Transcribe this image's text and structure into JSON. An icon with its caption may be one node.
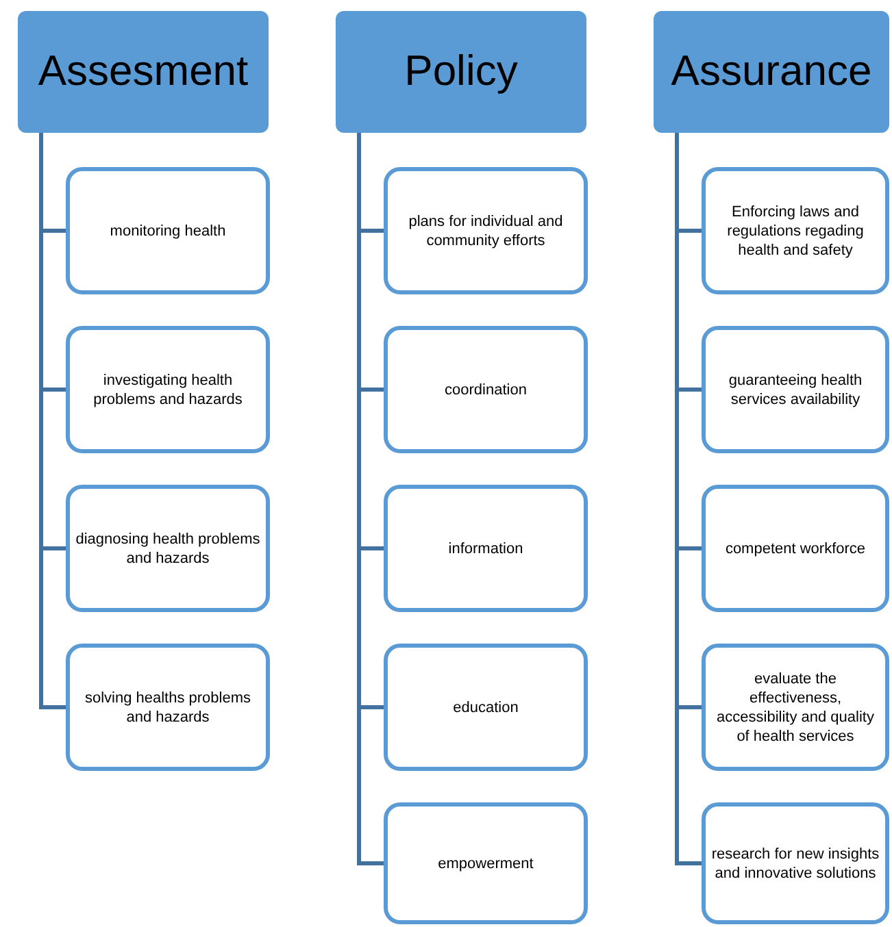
{
  "diagram": {
    "nodes": [
      {
        "text": [
          "Assesment"
        ]
      },
      {
        "text": [
          "monitoring health"
        ]
      },
      {
        "text": [
          "investigating health problems and hazards"
        ]
      },
      {
        "text": [
          "diagnosing health problems and hazards"
        ]
      },
      {
        "text": [
          "solving healths problems and hazards"
        ]
      },
      {
        "text": [
          "Policy"
        ]
      },
      {
        "text": [
          "plans for individual and community efforts"
        ]
      },
      {
        "text": [
          "coordination"
        ]
      },
      {
        "text": [
          "information"
        ]
      },
      {
        "text": [
          "education"
        ]
      },
      {
        "text": [
          "empowerment"
        ]
      },
      {
        "text": [
          "Assurance"
        ]
      },
      {
        "text": [
          "Enforcing laws and regulations regading health and safety"
        ]
      },
      {
        "text": [
          "guaranteeing health services availability"
        ]
      },
      {
        "text": [
          "competent workforce"
        ]
      },
      {
        "text": [
          "evaluate the effectiveness, accessibility and quality of health services"
        ]
      },
      {
        "text": [
          "research for new insights and innovative solutions"
        ]
      }
    ],
    "edges": [
      {
        "from": 0,
        "to": 1,
        "arrow": "none"
      },
      {
        "from": 0,
        "to": 2,
        "arrow": "none"
      },
      {
        "from": 0,
        "to": 3,
        "arrow": "none"
      },
      {
        "from": 0,
        "to": 4,
        "arrow": "none"
      },
      {
        "from": 5,
        "to": 6,
        "arrow": "none"
      },
      {
        "from": 5,
        "to": 7,
        "arrow": "none"
      },
      {
        "from": 5,
        "to": 8,
        "arrow": "none"
      },
      {
        "from": 5,
        "to": 9,
        "arrow": "none"
      },
      {
        "from": 5,
        "to": 10,
        "arrow": "none"
      },
      {
        "from": 11,
        "to": 12,
        "arrow": "none"
      },
      {
        "from": 11,
        "to": 13,
        "arrow": "none"
      },
      {
        "from": 11,
        "to": 14,
        "arrow": "none"
      },
      {
        "from": 11,
        "to": 15,
        "arrow": "none"
      },
      {
        "from": 11,
        "to": 16,
        "arrow": "none"
      }
    ]
  }
}
